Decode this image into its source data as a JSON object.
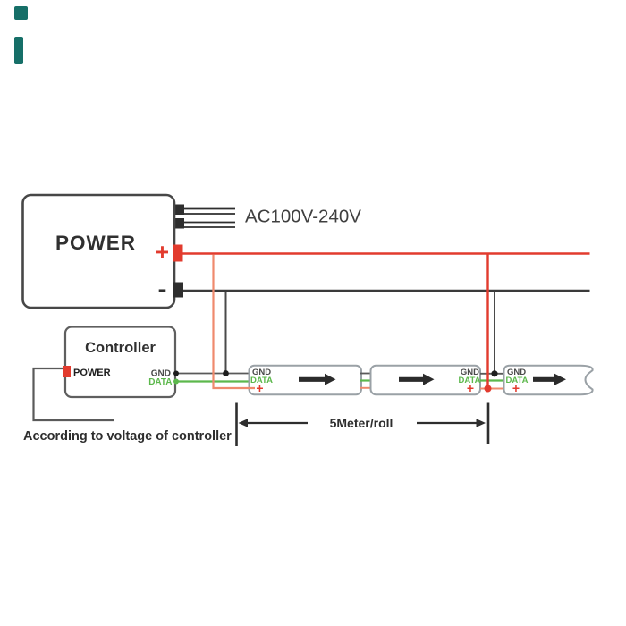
{
  "power_supply": {
    "name": "POWER",
    "plus_label": "+",
    "minus_label": "-"
  },
  "ac_input": {
    "label": "AC100V-240V"
  },
  "controller": {
    "title": "Controller",
    "power_label": "POWER",
    "gnd_label": "GND",
    "data_label": "DATA"
  },
  "strips": [
    {
      "gnd_label": "GND",
      "data_label": "DATA",
      "plus_label": "+"
    },
    {
      "gnd_label": "GND",
      "data_label": "DATA",
      "plus_label": "+"
    },
    {
      "gnd_label": "GND",
      "data_label": "DATA",
      "plus_label": "+"
    }
  ],
  "dimension": {
    "label": "5Meter/roll"
  },
  "note": {
    "text": "According to voltage of controller"
  },
  "colors": {
    "positive_red": "#e23b2e",
    "data_green": "#5cb84c",
    "plus_wire_salmon": "#ef8a6d",
    "negative_dark": "#3a3a3a",
    "gnd_wire_gray": "#5a5a5a",
    "strip_outline_gray": "#9aa1a6",
    "corner_mark_teal": "#166f68"
  }
}
